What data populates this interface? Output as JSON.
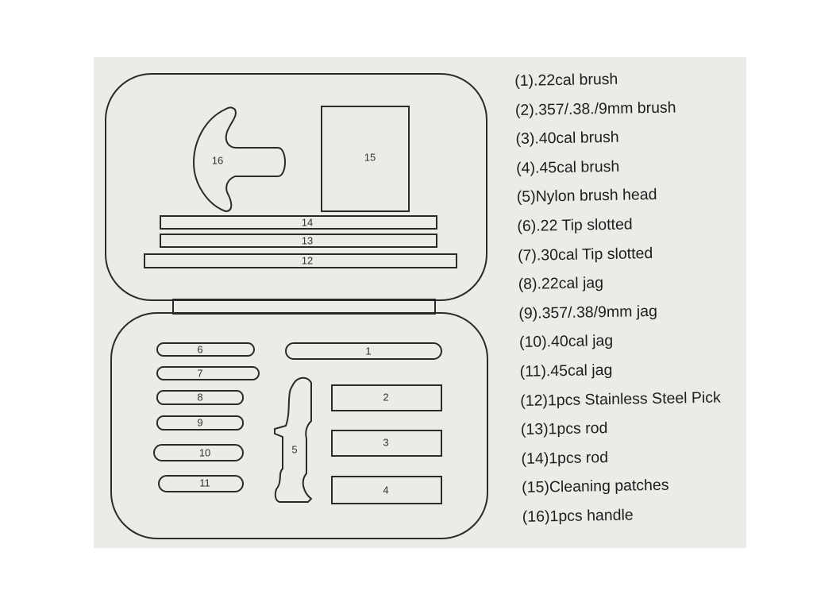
{
  "diagram": {
    "slots": {
      "s1": "1",
      "s2": "2",
      "s3": "3",
      "s4": "4",
      "s5": "5",
      "s6": "6",
      "s7": "7",
      "s8": "8",
      "s9": "9",
      "s10": "10",
      "s11": "11",
      "s12": "12",
      "s13": "13",
      "s14": "14",
      "s15": "15",
      "s16": "16"
    }
  },
  "parts": [
    "(1).22cal brush",
    "(2).357/.38./9mm brush",
    "(3).40cal brush",
    "(4).45cal brush",
    "(5)Nylon brush head",
    "(6).22 Tip slotted",
    "(7).30cal Tip slotted",
    "(8).22cal jag",
    "(9).357/.38/9mm jag",
    "(10).40cal jag",
    "(11).45cal jag",
    "(12)1pcs Stainless Steel Pick",
    "(13)1pcs rod",
    "(14)1pcs rod",
    "(15)Cleaning patches",
    "(16)1pcs handle"
  ]
}
